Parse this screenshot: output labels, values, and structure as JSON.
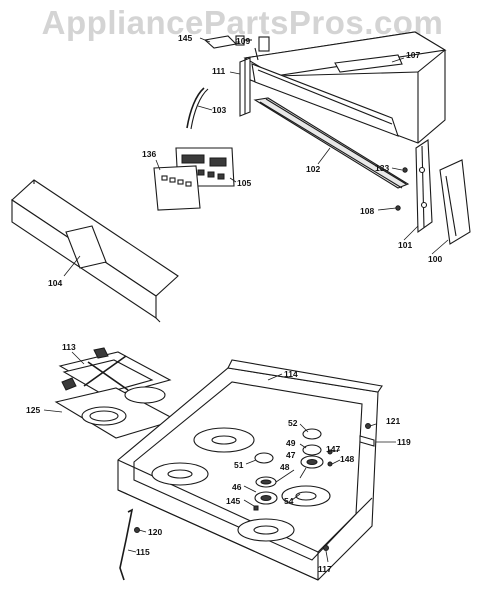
{
  "watermark": "AppliancePartsPros.com",
  "labels": {
    "l145a": "145",
    "l109": "109",
    "l107": "107",
    "l111": "111",
    "l103": "103",
    "l136": "136",
    "l105": "105",
    "l102": "102",
    "l133": "133",
    "l108": "108",
    "l101": "101",
    "l100": "100",
    "l104": "104",
    "l113": "113",
    "l114": "114",
    "l125": "125",
    "l52": "52",
    "l121": "121",
    "l49": "49",
    "l119": "119",
    "l147": "147",
    "l51": "51",
    "l48": "48",
    "l148": "148",
    "l47": "47",
    "l46": "46",
    "l145b": "145",
    "l54": "54",
    "l120": "120",
    "l115": "115",
    "l117": "117"
  }
}
